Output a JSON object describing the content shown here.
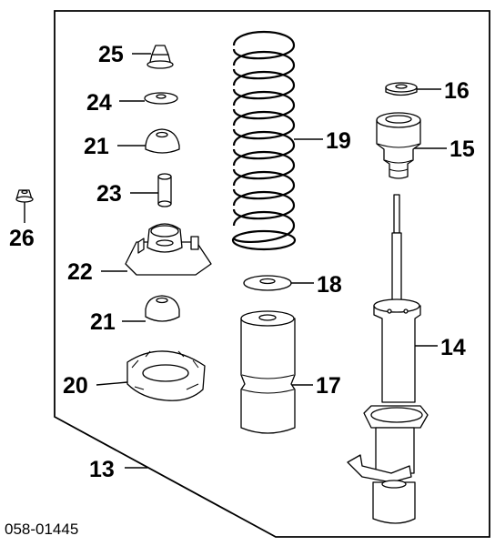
{
  "parts": {
    "p13": "13",
    "p14": "14",
    "p15": "15",
    "p16": "16",
    "p17": "17",
    "p18": "18",
    "p19": "19",
    "p20": "20",
    "p21a": "21",
    "p21b": "21",
    "p22": "22",
    "p23": "23",
    "p24": "24",
    "p25": "25",
    "p26": "26"
  },
  "drawing_code": "058-01445"
}
